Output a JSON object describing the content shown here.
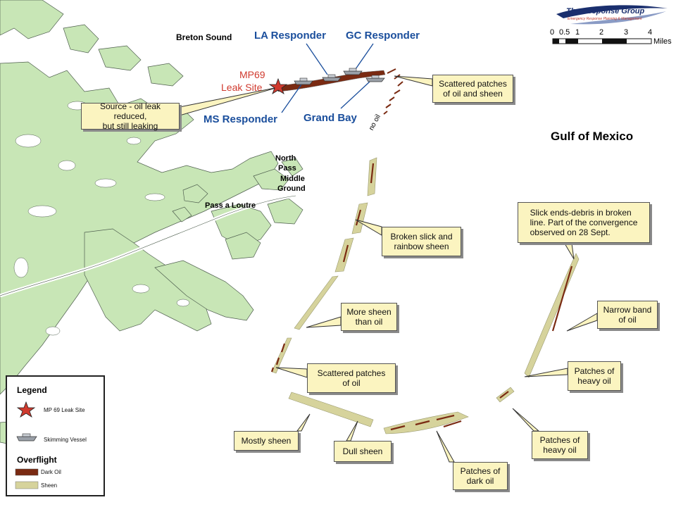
{
  "logo": {
    "name": "The Response Group",
    "tagline": "Emergency Response Planning & Management"
  },
  "scale": {
    "ticks": [
      "0",
      "0.5",
      "1",
      "2",
      "3",
      "4"
    ],
    "unit": "Miles"
  },
  "places": {
    "breton_sound": "Breton Sound",
    "gulf_of_mexico": "Gulf of Mexico",
    "north_pass": "North",
    "north_pass_2": "Pass",
    "middle_ground": "Middle",
    "middle_ground_2": "Ground",
    "pass_a_loutre": "Pass a Loutre",
    "no_oil": "no oil"
  },
  "site": {
    "line1": "MP69",
    "line2": "Leak Site"
  },
  "vessels": {
    "la": "LA Responder",
    "gc": "GC Responder",
    "ms": "MS Responder",
    "grand_bay": "Grand Bay"
  },
  "callouts": {
    "source": [
      "Source - oil leak reduced,",
      "but still leaking"
    ],
    "scattered_top": [
      "Scattered patches",
      "of oil and sheen"
    ],
    "broken_slick": [
      "Broken slick and",
      "rainbow sheen"
    ],
    "more_sheen": [
      "More sheen",
      "than oil"
    ],
    "scattered_mid": [
      "Scattered patches",
      "of oil"
    ],
    "mostly_sheen": [
      "Mostly sheen"
    ],
    "dull_sheen": [
      "Dull sheen"
    ],
    "patches_dark": [
      "Patches of",
      "dark oil"
    ],
    "patches_heavy_bottom": [
      "Patches of",
      "heavy oil"
    ],
    "patches_heavy_right": [
      "Patches of",
      "heavy oil"
    ],
    "narrow_band": [
      "Narrow band",
      "of oil"
    ],
    "slick_ends": [
      "Slick ends-debris in broken",
      "line. Part of the convergence",
      "observed on 28 Sept."
    ]
  },
  "legend": {
    "title": "Legend",
    "leak_site": "MP 69 Leak Site",
    "vessel": "Skimming Vessel",
    "overflight": "Overflight",
    "dark_oil": "Dark Oil",
    "sheen": "Sheen"
  },
  "colors": {
    "land": "#c8e6b6",
    "land_edge": "#4f5f4f",
    "dark_oil": "#7a2a12",
    "sheen": "#d6d39c",
    "callout": "#fbf4c0",
    "label_blue": "#1a4e9c",
    "site_red": "#d03a2e"
  }
}
